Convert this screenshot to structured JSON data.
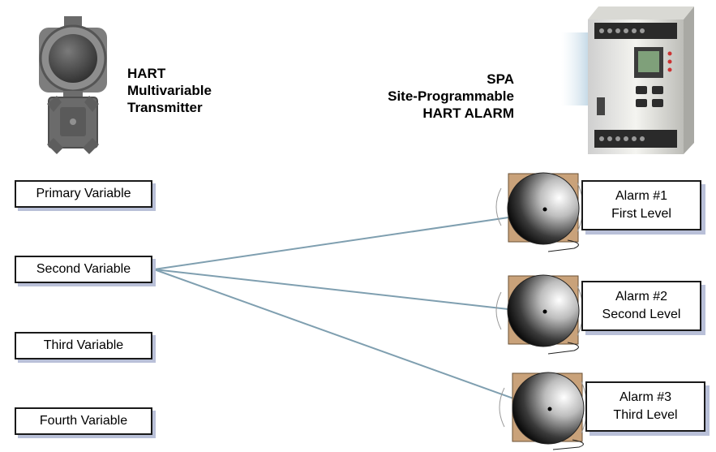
{
  "transmitter": {
    "lines": [
      "HART",
      "Multivariable",
      "Transmitter"
    ]
  },
  "spa": {
    "lines": [
      "SPA",
      "Site-Programmable",
      "HART ALARM"
    ]
  },
  "variables": [
    "Primary Variable",
    "Second Variable",
    "Third Variable",
    "Fourth Variable"
  ],
  "alarms": [
    {
      "line1": "Alarm #1",
      "line2": "First Level"
    },
    {
      "line1": "Alarm #2",
      "line2": "Second Level"
    },
    {
      "line1": "Alarm #3",
      "line2": "Third Level"
    }
  ],
  "connections": [
    {
      "from": "Second Variable",
      "to": "Alarm #1"
    },
    {
      "from": "Second Variable",
      "to": "Alarm #2"
    },
    {
      "from": "Second Variable",
      "to": "Alarm #3"
    }
  ],
  "colors": {
    "line": "#7f9fb0",
    "shadow": "#b9c0d8",
    "bell_mount": "#c9a27a"
  }
}
